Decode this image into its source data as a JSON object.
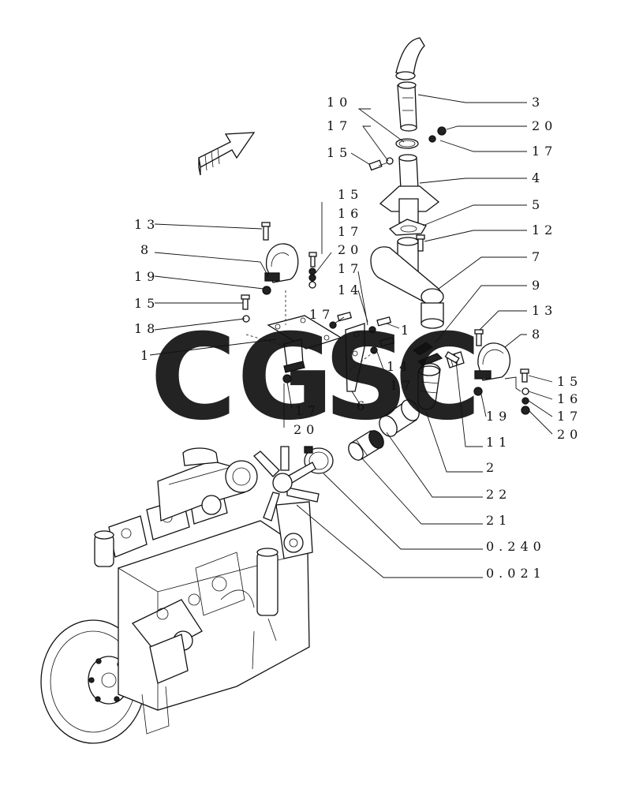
{
  "diagram": {
    "callouts": {
      "c3": "3",
      "c10": "10",
      "c20a": "20",
      "c17a": "17",
      "c17b": "17",
      "c15a": "15",
      "c4": "4",
      "c5": "5",
      "c12": "12",
      "c7": "7",
      "c9": "9",
      "c13a": "13",
      "c15b": "15",
      "c16a": "16",
      "c17c": "17",
      "c20b": "20",
      "c8a": "8",
      "c19a": "19",
      "c15c": "15",
      "c18": "18",
      "c1a": "1",
      "c17d": "17",
      "c14a": "14",
      "c17e": "17",
      "c1b": "1",
      "c14b": "14",
      "c17f": "17",
      "c6": "6",
      "c17g": "17",
      "c20c": "20",
      "c13b": "13",
      "c8b": "8",
      "c15d": "15",
      "c16b": "16",
      "c17h": "17",
      "c20d": "20",
      "c19b": "19",
      "c11": "11",
      "c2": "2",
      "c22": "22",
      "c21": "21",
      "c0240": "0.240",
      "c0021": "0.021"
    },
    "watermark": {
      "letters": [
        "C",
        "G",
        "S",
        "C"
      ],
      "colors": [
        "#4a86f0",
        "#ee5a52",
        "#f6c83e",
        "#2e9b5e"
      ]
    }
  }
}
